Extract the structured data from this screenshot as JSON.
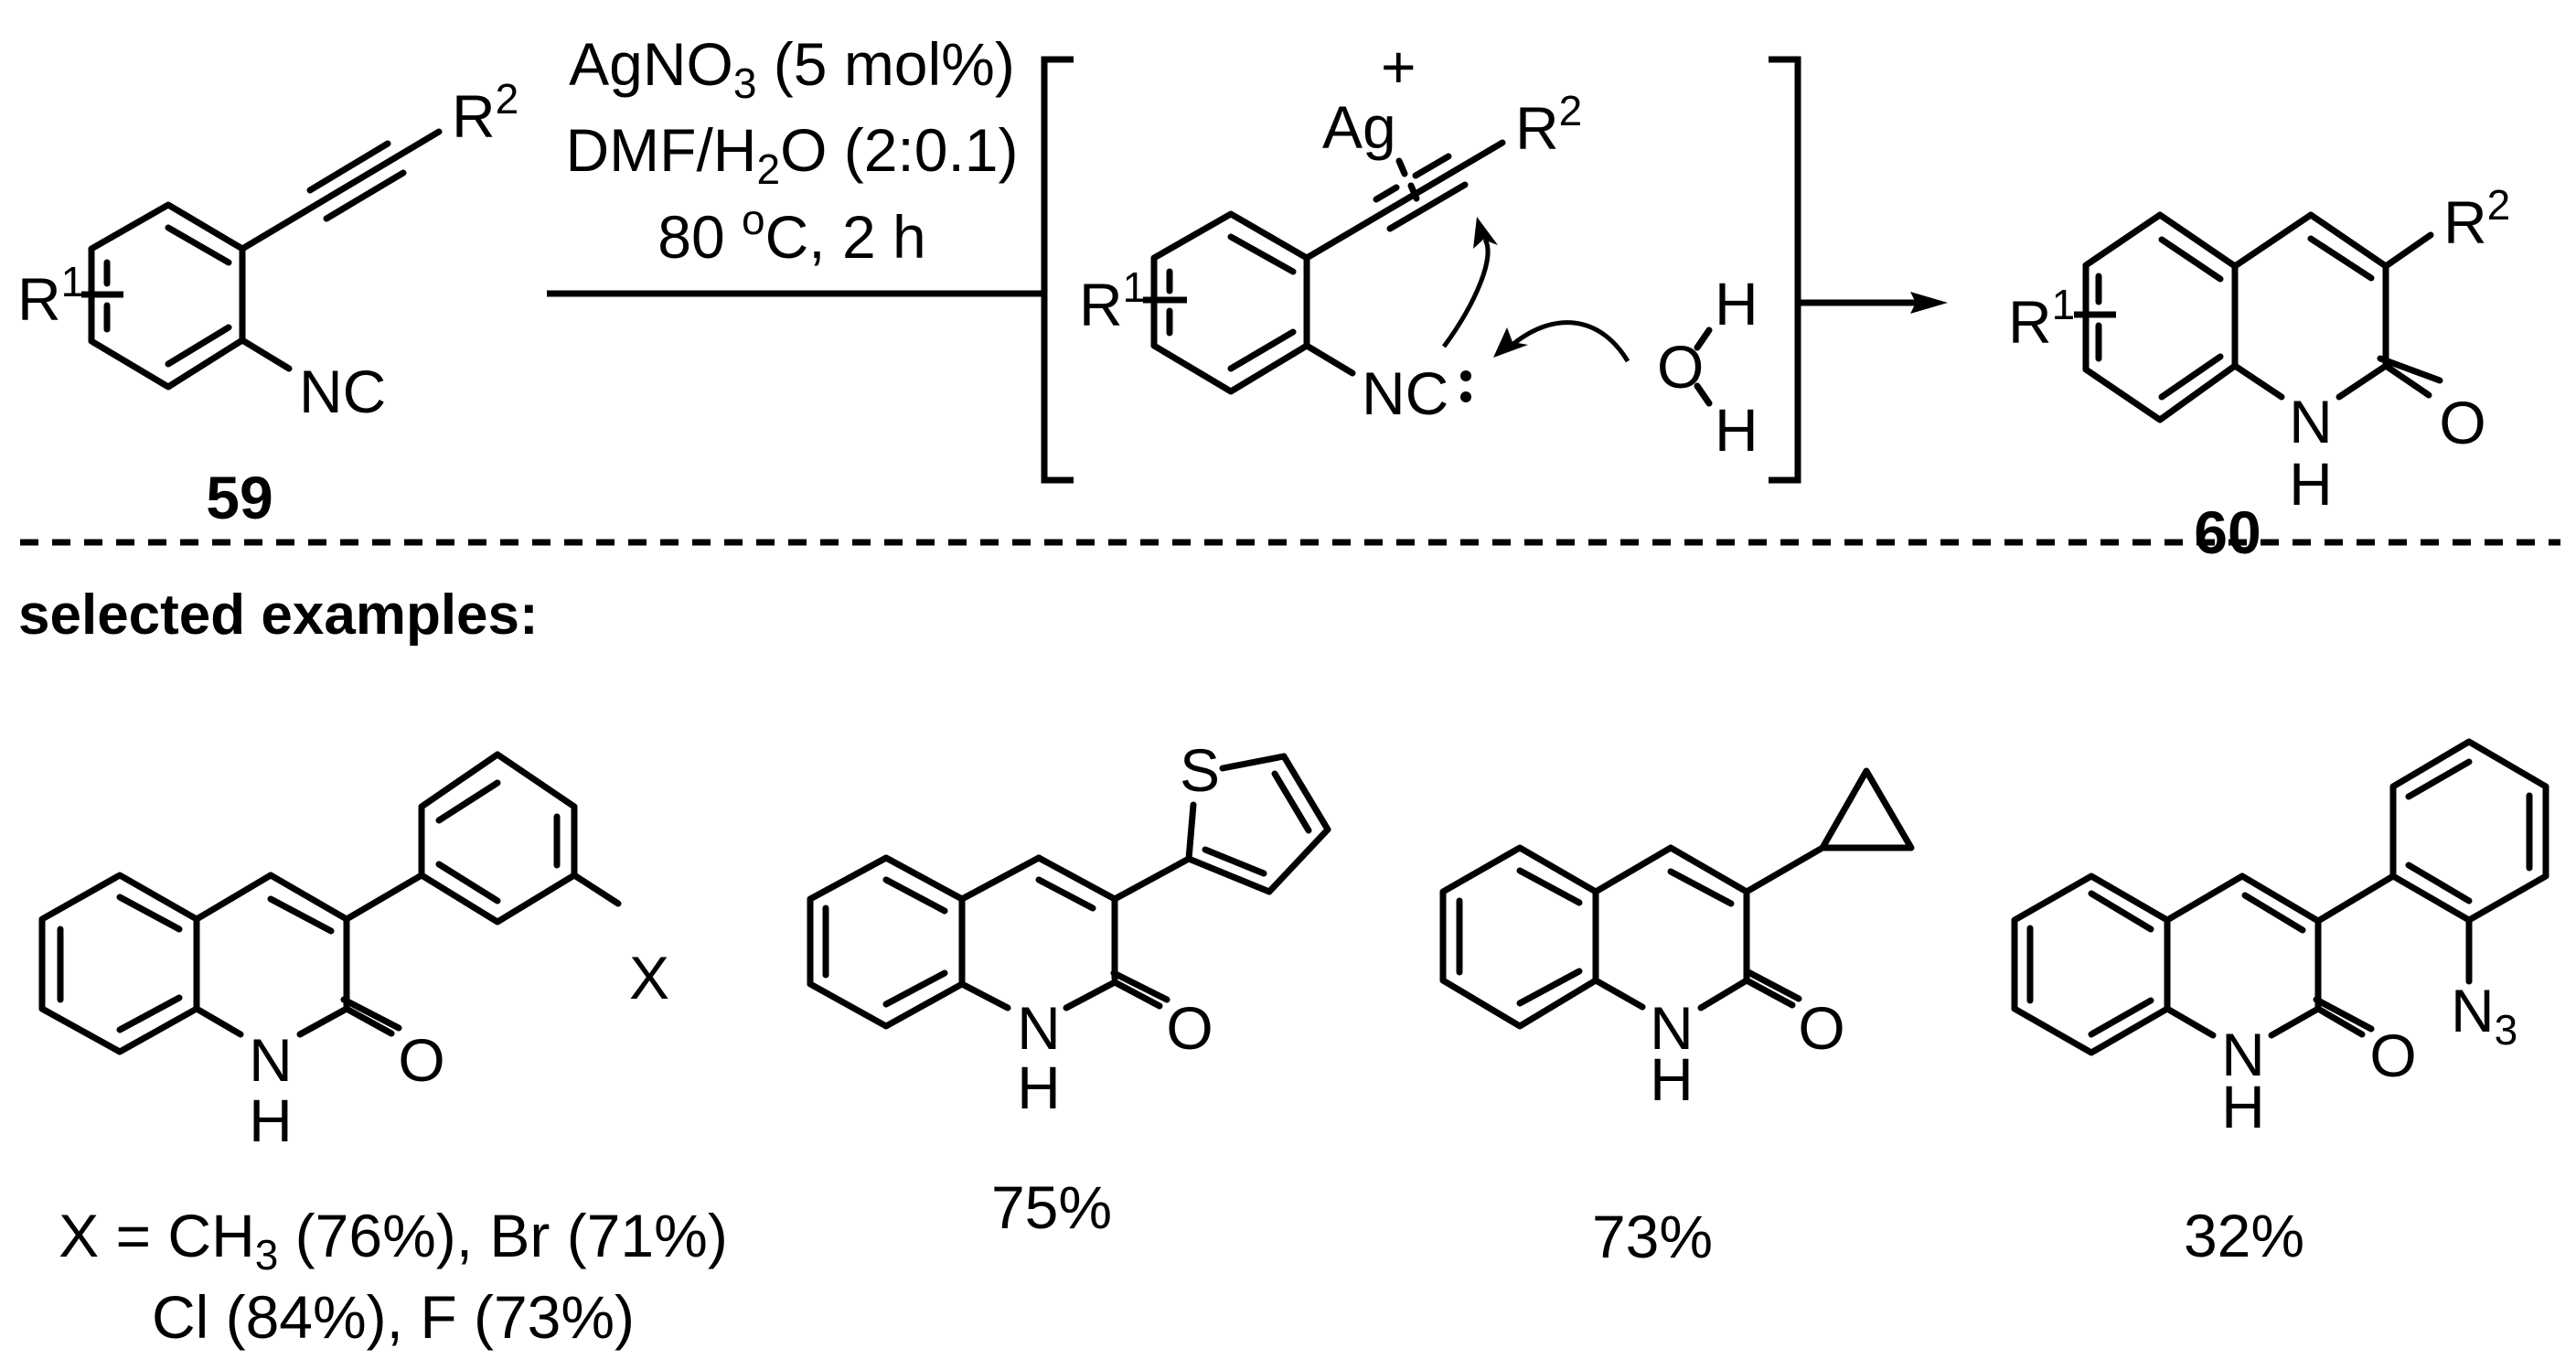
{
  "scheme": {
    "starting_material": {
      "label": "59",
      "r1": "R",
      "r1_sup": "1",
      "r2": "R",
      "r2_sup": "2",
      "group": "NC"
    },
    "conditions": {
      "line1_a": "AgNO",
      "line1_sub": "3",
      "line1_b": " (5 mol%)",
      "line2_a": "DMF/H",
      "line2_sub": "2",
      "line2_b": "O (2:0.1)",
      "line3_a": "80 ",
      "line3_deg": "o",
      "line3_b": "C, 2 h"
    },
    "intermediate": {
      "metal": "Ag",
      "charge": "+",
      "r1": "R",
      "r1_sup": "1",
      "r2": "R",
      "r2_sup": "2",
      "group": "NC",
      "lone_pair": ":",
      "water_o": "O",
      "water_h1": "H",
      "water_h2": "H"
    },
    "product": {
      "label": "60",
      "r1": "R",
      "r1_sup": "1",
      "r2": "R",
      "r2_sup": "2",
      "n": "N",
      "h": "H",
      "o": "O"
    }
  },
  "section_title": "selected examples:",
  "examples": [
    {
      "substituent": "X",
      "n": "N",
      "h": "H",
      "o": "O",
      "yield_line1_a": "X = CH",
      "yield_line1_sub": "3",
      "yield_line1_b": " (76%), Br (71%)",
      "yield_line2": "Cl (84%), F (73%)"
    },
    {
      "heteroatom": "S",
      "n": "N",
      "h": "H",
      "o": "O",
      "yield": "75%"
    },
    {
      "n": "N",
      "h": "H",
      "o": "O",
      "yield": "73%"
    },
    {
      "substituent": "N",
      "substituent_sub": "3",
      "n": "N",
      "h": "H",
      "o": "O",
      "yield": "32%"
    }
  ],
  "colors": {
    "ink": "#000000",
    "background": "#ffffff"
  }
}
